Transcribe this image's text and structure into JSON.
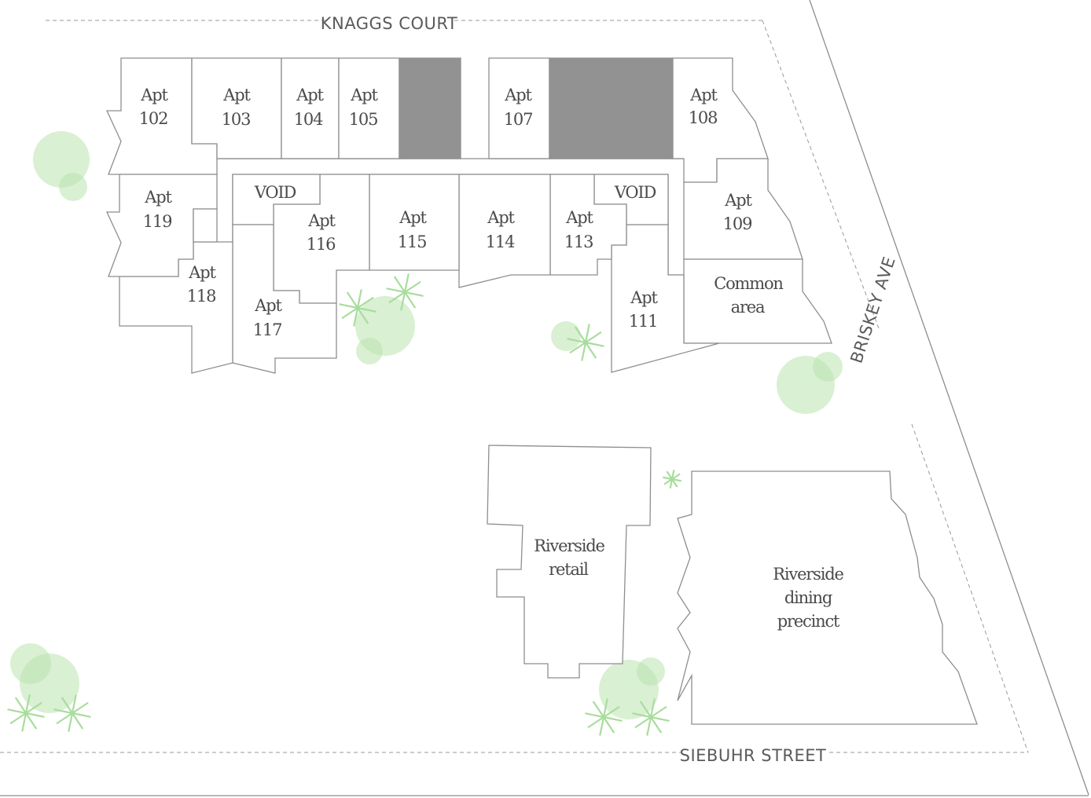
{
  "streets": {
    "top": "KNAGGS COURT",
    "right": "BRISKEY AVE",
    "bottom": "SIEBUHR STREET"
  },
  "units": {
    "apt102": [
      "Apt",
      "102"
    ],
    "apt103": [
      "Apt",
      "103"
    ],
    "apt104": [
      "Apt",
      "104"
    ],
    "apt105": [
      "Apt",
      "105"
    ],
    "apt107": [
      "Apt",
      "107"
    ],
    "apt108": [
      "Apt",
      "108"
    ],
    "apt109": [
      "Apt",
      "109"
    ],
    "apt111": [
      "Apt",
      "111"
    ],
    "apt113": [
      "Apt",
      "113"
    ],
    "apt114": [
      "Apt",
      "114"
    ],
    "apt115": [
      "Apt",
      "115"
    ],
    "apt116": [
      "Apt",
      "116"
    ],
    "apt117": [
      "Apt",
      "117"
    ],
    "apt118": [
      "Apt",
      "118"
    ],
    "apt119": [
      "Apt",
      "119"
    ],
    "void_left": "VOID",
    "void_right": "VOID",
    "common": [
      "Common",
      "area"
    ]
  },
  "buildings": {
    "retail": [
      "Riverside",
      "retail"
    ],
    "dining": [
      "Riverside",
      "dining",
      "precinct"
    ]
  },
  "colors": {
    "outline": "#8e8e8e",
    "unavailable": "#929293",
    "tree": "#b9e4ae",
    "palm": "#a8dd9c"
  }
}
